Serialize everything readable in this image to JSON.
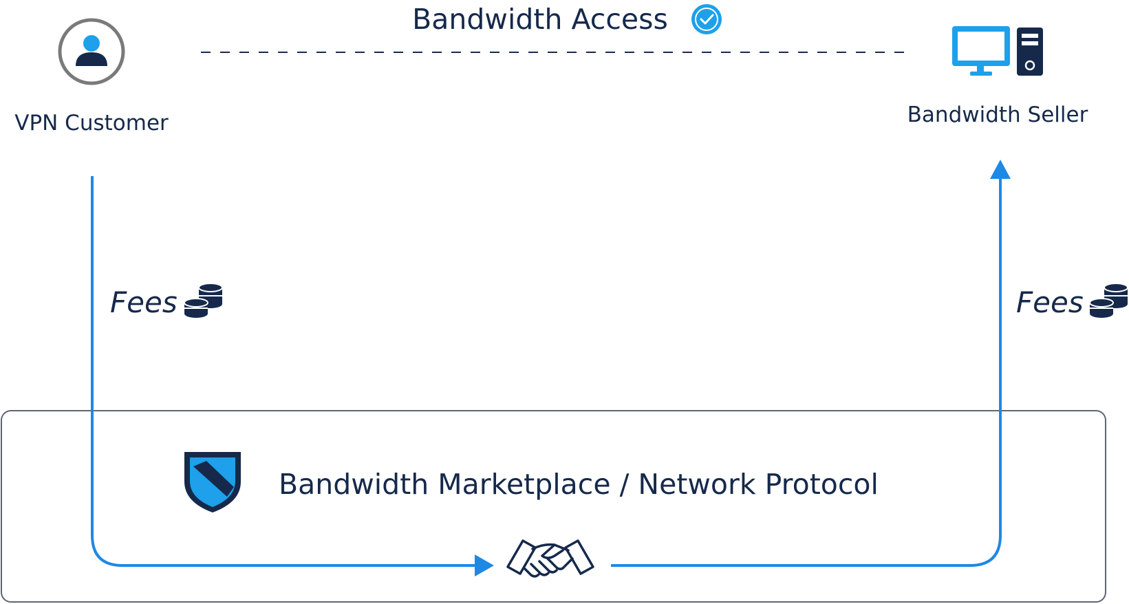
{
  "diagram": {
    "top_link_label": "Bandwidth Access",
    "customer_label": "VPN Customer",
    "seller_label": "Bandwidth Seller",
    "fees_left_label": "Fees",
    "fees_right_label": "Fees",
    "protocol_label": "Bandwidth Marketplace / Network Protocol"
  },
  "icons": {
    "customer": "user-avatar-icon",
    "seller": "desktop-server-icon",
    "verified": "check-circle-icon",
    "fees": "coin-stack-icon",
    "protocol": "shield-icon",
    "exchange": "handshake-icon"
  },
  "colors": {
    "navy": "#16294b",
    "accent_blue": "#1e88e5",
    "light_blue": "#1ea0ea",
    "gray": "#7a7a7a"
  }
}
